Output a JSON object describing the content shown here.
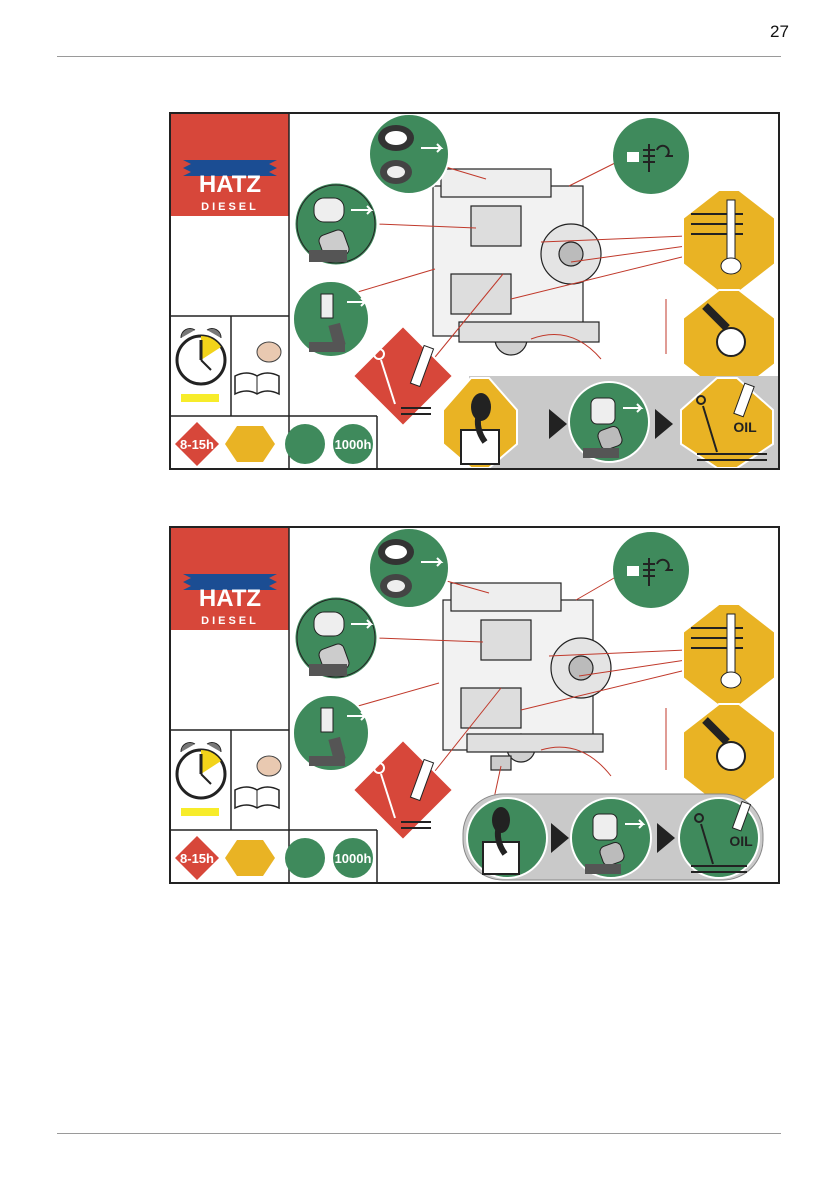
{
  "page": {
    "number": "27"
  },
  "panels": [
    {
      "id": "panel-top",
      "brand": {
        "logo": "HATZ",
        "sub": "DIESEL"
      },
      "interval_label": "8-15h",
      "service_label": "1000h",
      "oil_label": "OIL"
    },
    {
      "id": "panel-bottom",
      "brand": {
        "logo": "HATZ",
        "sub": "DIESEL"
      },
      "interval_label": "8-15h",
      "service_label": "1000h",
      "oil_label": "OIL"
    }
  ],
  "colors": {
    "hatz_red": "#d7473a",
    "hatz_blue": "#1b4d93",
    "service_green": "#3f8a5c",
    "service_yellow": "#e9b324",
    "panel_gray": "#c9c9c9"
  }
}
